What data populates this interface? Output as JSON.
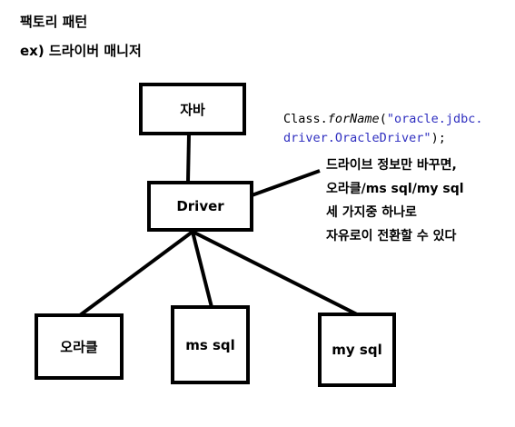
{
  "title": "팩토리 패턴",
  "subtitle": "ex) 드라이버 매니저",
  "boxes": {
    "java": "자바",
    "driver": "Driver",
    "oracle": "오라클",
    "mssql": "ms sql",
    "mysql": "my sql"
  },
  "code": {
    "class_name": "Class.",
    "method": "forName",
    "open_paren": "(",
    "string_line1": "\"oracle.jdbc.",
    "string_line2": "driver.OracleDriver\"",
    "close": ");"
  },
  "note": {
    "lines": [
      "드라이브 정보만 바꾸면,",
      "오라클/ms sql/my sql",
      "세 가지중 하나로",
      "자유로이 전환할 수 있다"
    ]
  }
}
